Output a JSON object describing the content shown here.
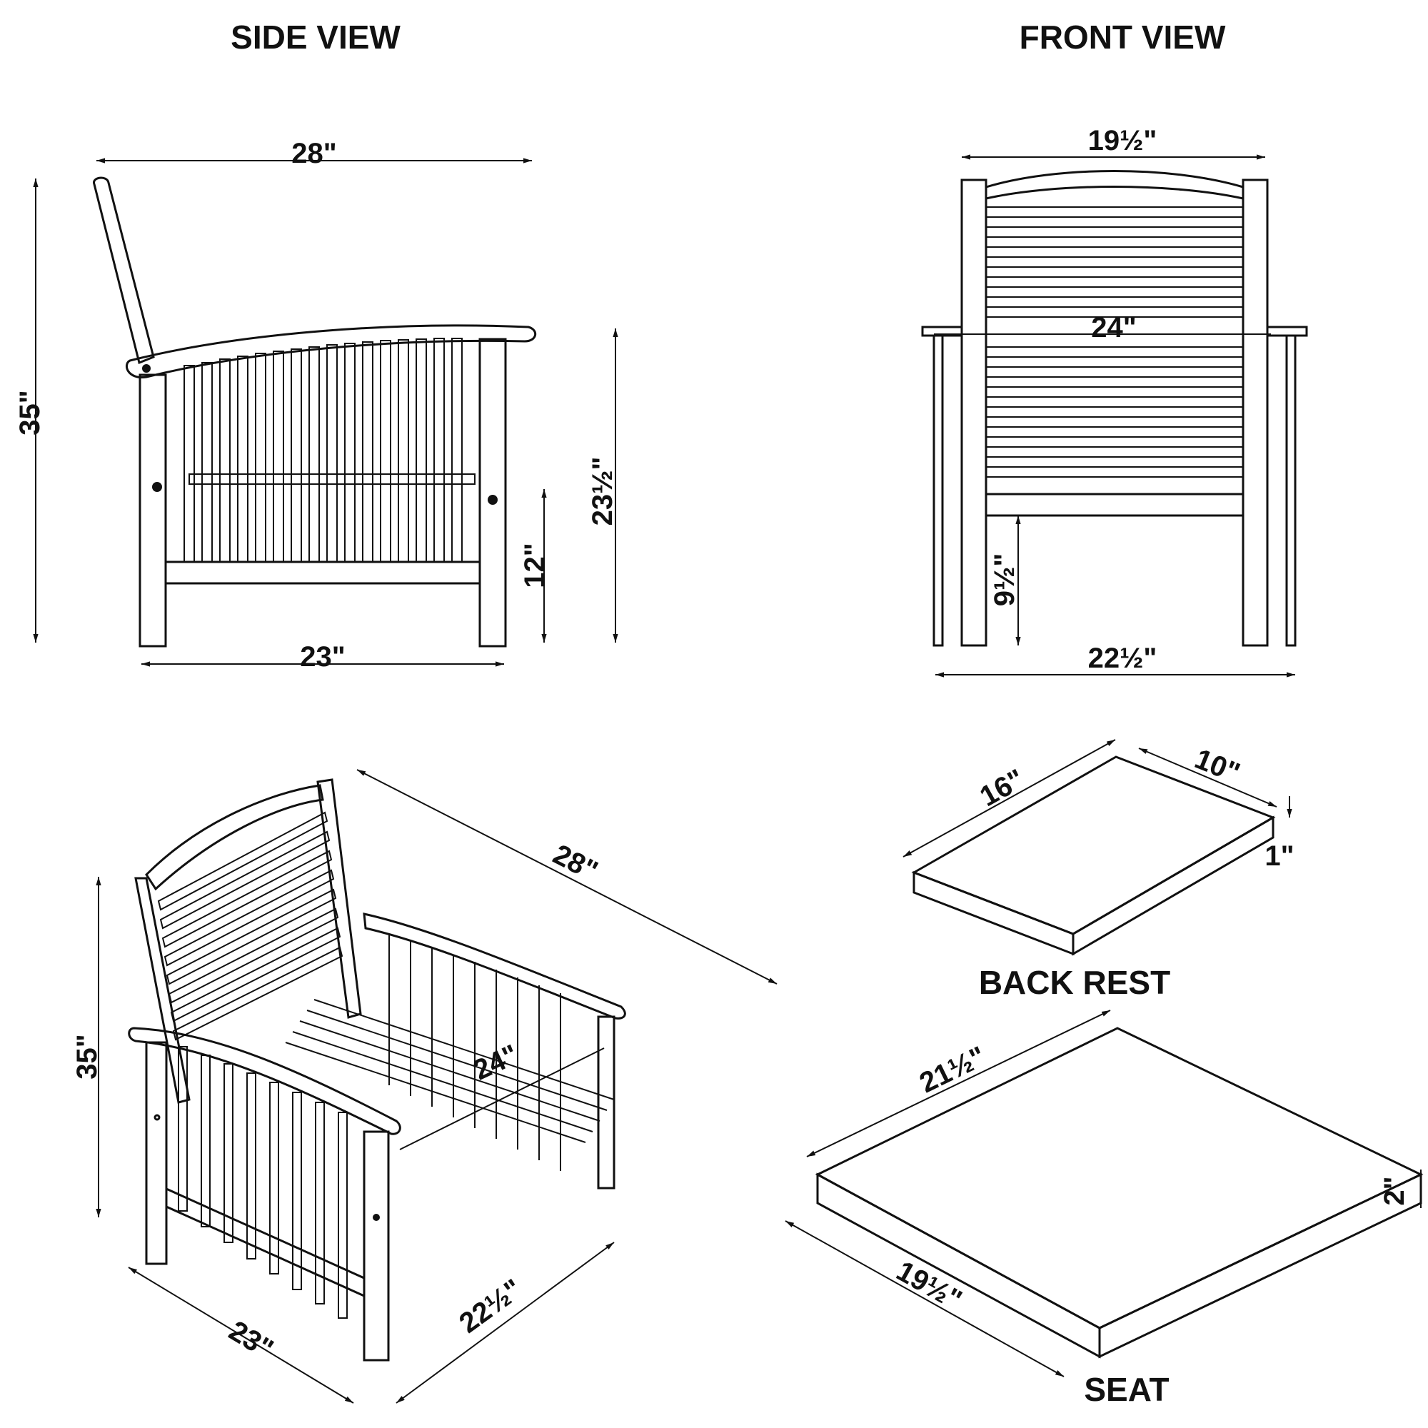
{
  "views": {
    "side": {
      "title": "SIDE VIEW",
      "overall_depth": "28\"",
      "overall_height": "35\"",
      "arm_height": "23½\"",
      "seat_height": "12\"",
      "leg_depth": "23\""
    },
    "front": {
      "title": "FRONT VIEW",
      "seat_width": "19½\"",
      "arm_width": "24\"",
      "seat_clearance": "9½\"",
      "base_width": "22½\""
    },
    "isometric": {
      "height": "35\"",
      "depth": "28\"",
      "width": "24\"",
      "base_depth": "23\"",
      "base_width": "22½\""
    }
  },
  "cushions": {
    "back_rest": {
      "label": "BACK REST",
      "length": "16\"",
      "width": "10\"",
      "thickness": "1\""
    },
    "seat": {
      "label": "SEAT",
      "length": "21½\"",
      "width": "19½\"",
      "thickness": "2\""
    }
  }
}
